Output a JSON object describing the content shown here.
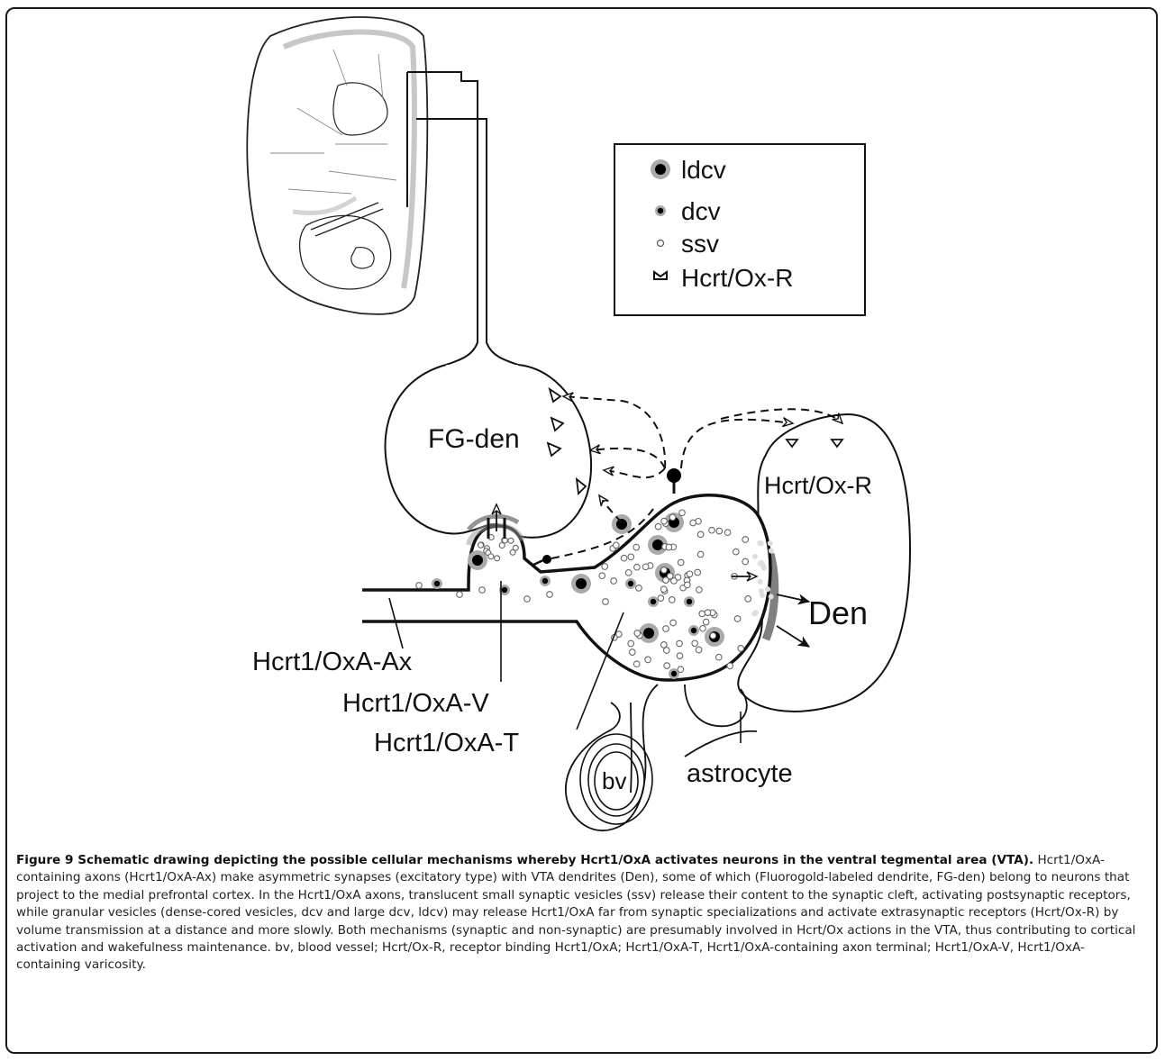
{
  "figure": {
    "labels": {
      "fg_den": "FG-den",
      "hcrt_ox_r": "Hcrt/Ox-R",
      "den": "Den",
      "axon": "Hcrt1/OxA-Ax",
      "varicosity": "Hcrt1/OxA-V",
      "terminal": "Hcrt1/OxA-T",
      "astrocyte": "astrocyte",
      "bv": "bv"
    },
    "legend": {
      "items": [
        {
          "icon": "ldcv-icon",
          "label": "ldcv"
        },
        {
          "icon": "dcv-icon",
          "label": "dcv"
        },
        {
          "icon": "ssv-icon",
          "label": "ssv"
        },
        {
          "icon": "receptor-icon",
          "label": "Hcrt/Ox-R"
        }
      ]
    }
  },
  "caption": {
    "title": "Figure 9 Schematic drawing depicting the possible cellular mechanisms whereby Hcrt1/OxA activates neurons in the ventral tegmental area (VTA).",
    "body": "Hcrt1/OxA-containing axons (Hcrt1/OxA-Ax) make asymmetric synapses (excitatory type) with VTA dendrites (Den), some of which (Fluorogold-labeled dendrite, FG-den) belong to neurons that project to the medial prefrontal cortex. In the Hcrt1/OxA axons, translucent small synaptic vesicles (ssv) release their content to the synaptic cleft, activating postsynaptic receptors, while granular vesicles (dense-cored vesicles, dcv and large dcv, ldcv) may release Hcrt1/OxA far from synaptic specializations and activate extrasynaptic receptors (Hcrt/Ox-R) by volume transmission at a distance and more slowly. Both mechanisms (synaptic and non-synaptic) are presumably involved in Hcrt/Ox actions in the VTA, thus contributing to cortical activation and wakefulness maintenance. bv, blood vessel; Hcrt/Ox-R, receptor binding Hcrt1/OxA; Hcrt1/OxA-T, Hcrt1/OxA-containing axon terminal; Hcrt1/OxA-V, Hcrt1/OxA-containing varicosity."
  }
}
